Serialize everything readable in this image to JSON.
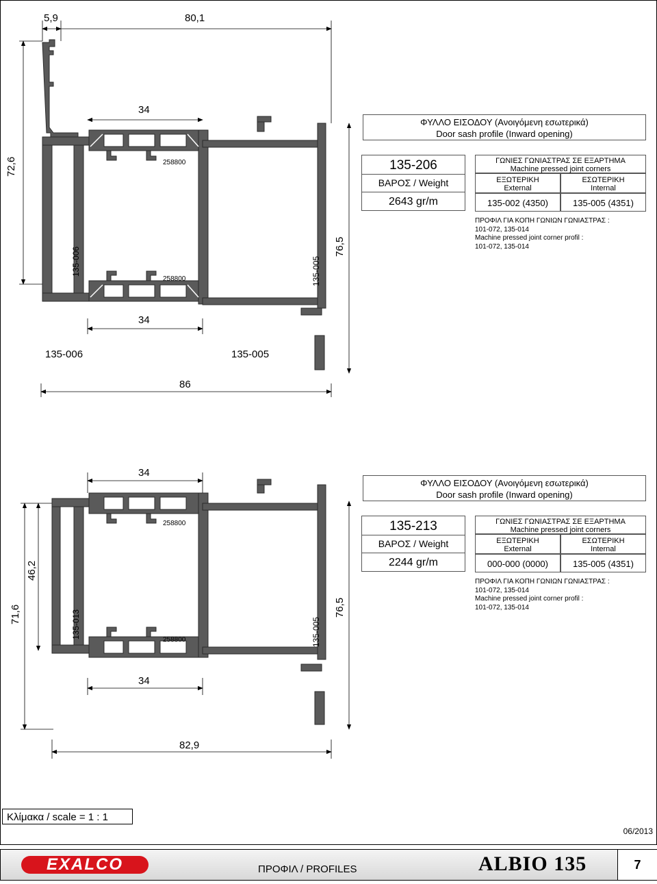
{
  "drawing1": {
    "dims": {
      "left_width": "5,9",
      "top_width": "80,1",
      "height_left": "72,6",
      "sash_top": "34",
      "sash_bottom": "34",
      "height_right": "76,5",
      "bottom_width": "86"
    },
    "labels": {
      "left_profile": "135-006",
      "right_profile": "135-005",
      "gasket_top": "258800",
      "gasket_bottom": "258800",
      "caption_left": "135-006",
      "caption_right": "135-005"
    },
    "title_gr": "ΦΥΛΛΟ ΕΙΣΟΔΟΥ (Ανοιγόμενη εσωτερικά)",
    "title_en": "Door sash profile (Inward opening)",
    "code": "135-206",
    "weight_label": "ΒΑΡΟΣ / Weight",
    "weight": "2643  gr/m",
    "corners_gr": "ΓΩΝΙΕΣ  ΓΩΝΙΑΣΤΡΑΣ ΣΕ ΕΞΑΡΤΗΜΑ",
    "corners_en": "Machine pressed joint corners",
    "external_gr": "ΕΞΩΤΕΡΙΚΗ",
    "external_en": "External",
    "external_val": "135-002 (4350)",
    "internal_gr": "ΕΣΩΤΕΡΙΚΗ",
    "internal_en": "Internal",
    "internal_val": "135-005 (4351)",
    "note": [
      "ΠΡΟΦΙΛ ΓΙΑ ΚΟΠΗ ΓΩΝΙΩΝ ΓΩΝΙΑΣΤΡΑΣ :",
      "101-072, 135-014",
      "Machine pressed joint corner profil :",
      "101-072, 135-014"
    ]
  },
  "drawing2": {
    "dims": {
      "sash_top": "34",
      "sash_bottom": "34",
      "height_inner": "46,2",
      "height_left": "71,6",
      "height_right": "76,5",
      "bottom_width": "82,9"
    },
    "labels": {
      "left_profile": "135-013",
      "right_profile": "135-005",
      "gasket_top": "258800",
      "gasket_bottom": "258800"
    },
    "title_gr": "ΦΥΛΛΟ ΕΙΣΟΔΟΥ (Ανοιγόμενη εσωτερικά)",
    "title_en": "Door sash profile (Inward opening)",
    "code": "135-213",
    "weight_label": "ΒΑΡΟΣ / Weight",
    "weight": "2244  gr/m",
    "corners_gr": "ΓΩΝΙΕΣ  ΓΩΝΙΑΣΤΡΑΣ ΣΕ ΕΞΑΡΤΗΜΑ",
    "corners_en": "Machine pressed joint corners",
    "external_gr": "ΕΞΩΤΕΡΙΚΗ",
    "external_en": "External",
    "external_val": "000-000 (0000)",
    "internal_gr": "ΕΣΩΤΕΡΙΚΗ",
    "internal_en": "Internal",
    "internal_val": "135-005 (4351)",
    "note": [
      "ΠΡΟΦΙΛ ΓΙΑ ΚΟΠΗ ΓΩΝΙΩΝ ΓΩΝΙΑΣΤΡΑΣ :",
      "101-072, 135-014",
      "Machine pressed joint corner profil :",
      "101-072, 135-014"
    ]
  },
  "scale": "Κλίμακα / scale  = 1 : 1",
  "date": "06/2013",
  "footer": {
    "logo": "EXALCO",
    "center": "ΠΡΟΦΙΛ / PROFILES",
    "brand": "ALBIO 135",
    "page": "7"
  },
  "colors": {
    "profile": "#5a5a5a",
    "profile_dark": "#3e3e3e",
    "logo_red": "#d8141c"
  }
}
